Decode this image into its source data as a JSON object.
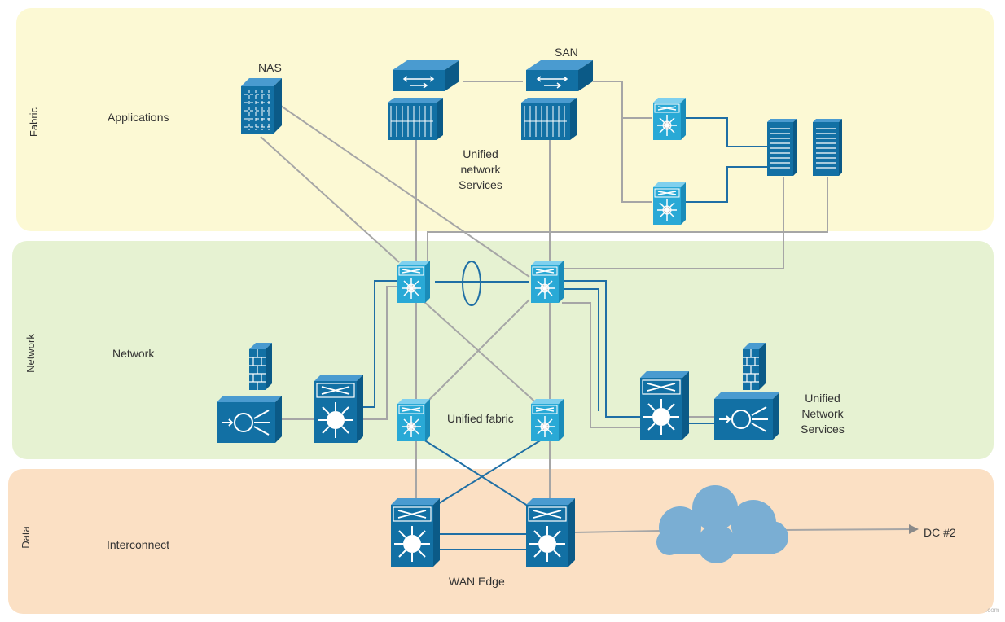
{
  "bands": {
    "fabric": {
      "side_label": "Fabric",
      "title": "Applications",
      "color": "#fcf9d4"
    },
    "network": {
      "side_label": "Network",
      "title": "Network",
      "color": "#e6f2d2"
    },
    "data": {
      "side_label": "Data",
      "title": "Interconnect",
      "color": "#fbe0c4"
    }
  },
  "labels": {
    "nas": "NAS",
    "san": "SAN",
    "unified_services_1": "Unified",
    "unified_services_2": "network",
    "unified_services_3": "Services",
    "unified_fabric": "Unified fabric",
    "uns_1": "Unified",
    "uns_2": "Network",
    "uns_3": "Services",
    "wan_edge": "WAN Edge",
    "dc2": "DC #2",
    "watermark": ".com"
  },
  "colors": {
    "device_blue": "#1270a4",
    "device_cyan": "#29a9d6",
    "link_gray": "#a6a6a6",
    "link_blue": "#1f6fa5",
    "cloud": "#7aaed3"
  },
  "icons": {
    "nas": "nas-storage-icon",
    "san_switch": "fibre-channel-switch-icon",
    "core_switch": "nexus-switch-icon",
    "multilayer_switch": "multilayer-switch-icon",
    "firewall": "firewall-icon",
    "load_balancer": "content-switch-icon",
    "server": "blade-server-icon",
    "cloud": "cloud-icon"
  }
}
